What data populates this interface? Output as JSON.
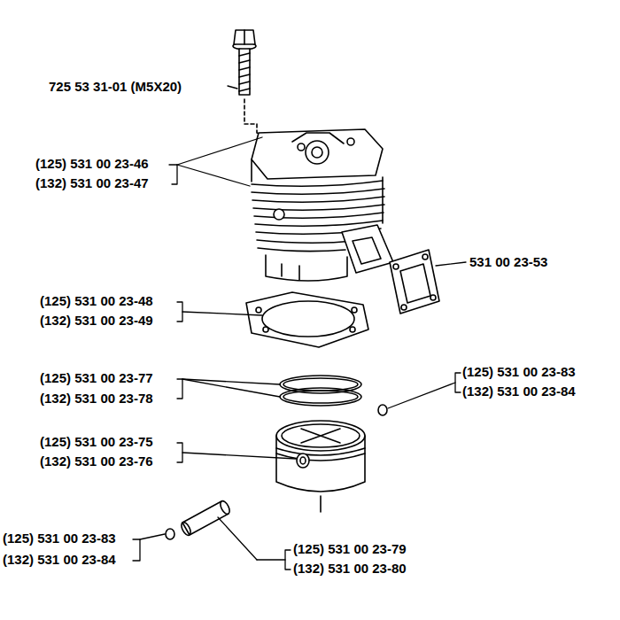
{
  "diagram": {
    "labels": [
      "725 53 31-01 (M5X20)",
      "(125) 531 00 23-46",
      "(132) 531 00 23-47",
      "531 00 23-53",
      "(125) 531 00 23-48",
      "(132) 531 00 23-49",
      "(125) 531 00 23-77",
      "(132) 531 00 23-78",
      "(125) 531 00 23-83",
      "(132) 531 00 23-84",
      "(125) 531 00 23-75",
      "(132) 531 00 23-76",
      "(125) 531 00 23-83",
      "(132) 531 00 23-84",
      "(125) 531 00 23-79",
      "(132) 531 00 23-80"
    ]
  }
}
